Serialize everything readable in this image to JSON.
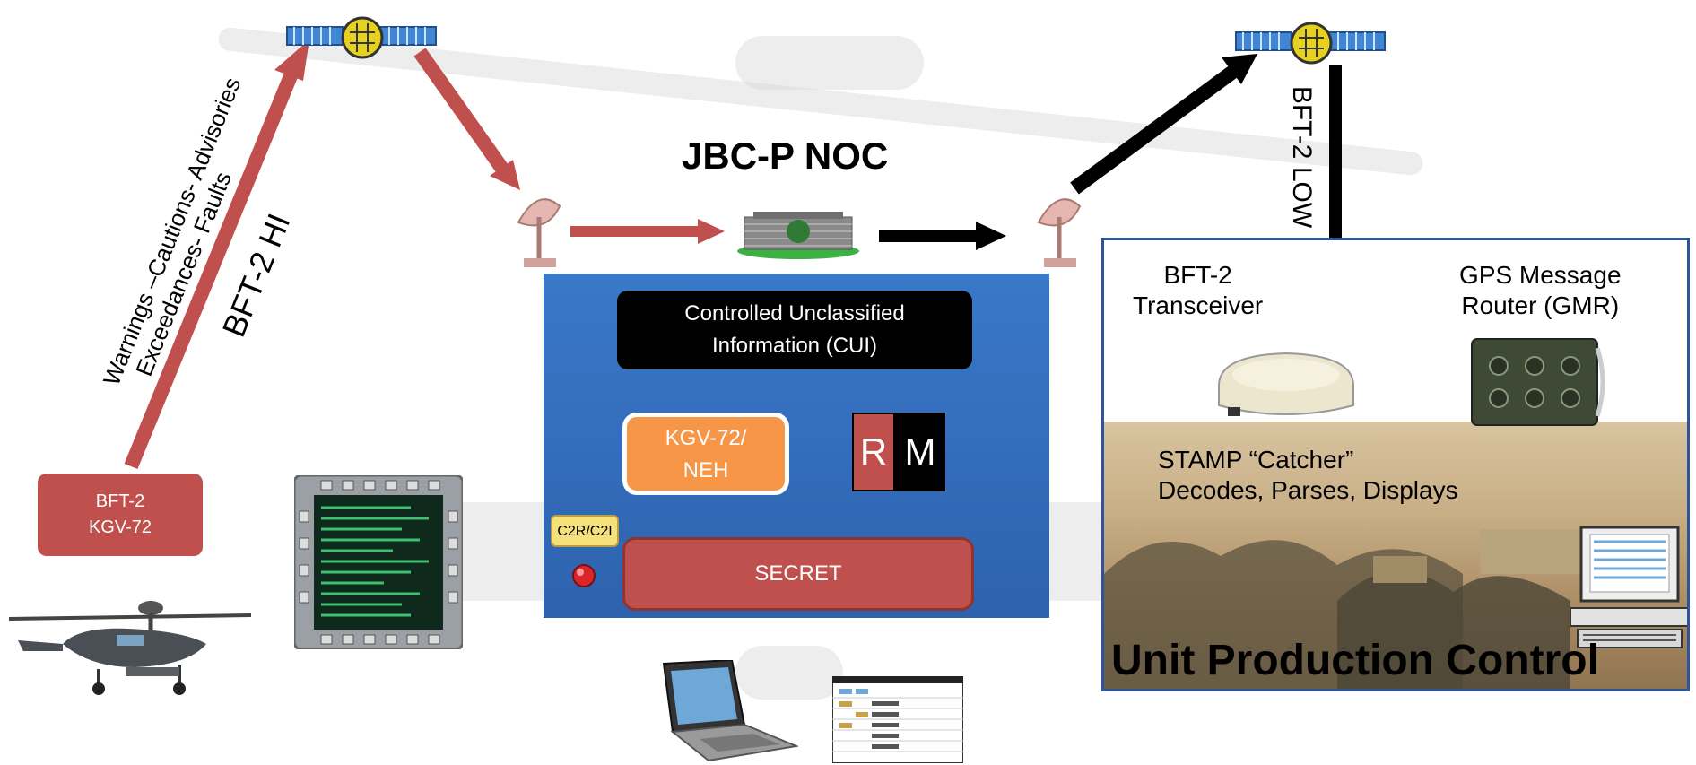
{
  "noc_title": "JBC-P NOC",
  "uplink_warnings_line1": "Warnings –Cautions- Advisories",
  "uplink_warnings_line2": "Exceedances- Faults",
  "uplink_label": "BFT-2  HI",
  "downlink_label": "BFT-2  LOW",
  "aircraft_terminal": {
    "line1": "BFT-2",
    "line2": "KGV-72"
  },
  "noc_panel": {
    "cui_line1": "Controlled Unclassified",
    "cui_line2": "Information (CUI)",
    "kgv_line1": "KGV-72/",
    "kgv_line2": "NEH",
    "r_label": "R",
    "m_label": "M",
    "c2r_label": "C2R/C2I",
    "secret_label": "SECRET"
  },
  "unit_panel": {
    "transceiver_line1": "BFT-2",
    "transceiver_line2": "Transceiver",
    "gmr_line1": "GPS Message",
    "gmr_line2": "Router (GMR)",
    "stamp_line1": "STAMP “Catcher”",
    "stamp_line2": "Decodes, Parses, Displays",
    "title": "Unit Production Control"
  },
  "colors": {
    "uplink_arrow": "#c0504d",
    "downlink_arrow": "#000000",
    "noc_panel_blue": "#2f6bbd",
    "cui_box": "#000000",
    "kgv_box": "#f79646",
    "secret_box": "#c0504d",
    "unit_panel_border": "#2f5597"
  },
  "icons": [
    "satellite-icon",
    "satellite-dish-icon",
    "noc-building-icon",
    "apache-helicopter-icon",
    "cockpit-display-icon",
    "laptop-icon",
    "status-grid-icon",
    "transceiver-icon",
    "gmr-router-icon",
    "workstation-computer-icon",
    "alarm-light-icon"
  ]
}
